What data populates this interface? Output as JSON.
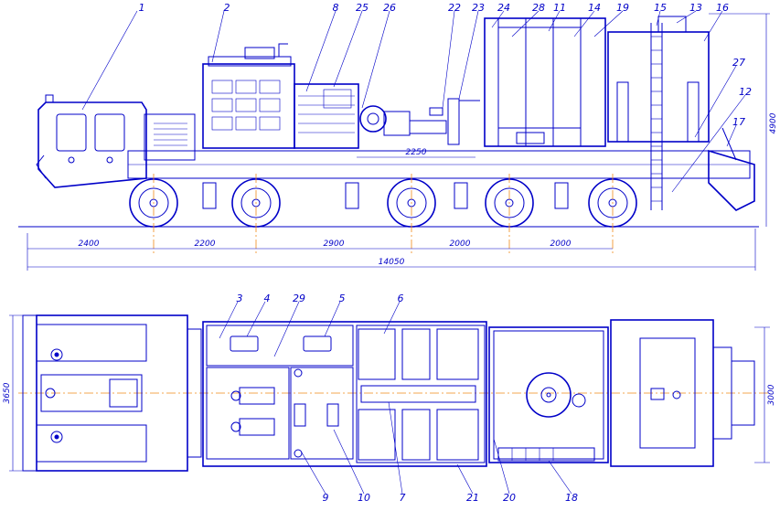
{
  "side_view": {
    "callouts": [
      "1",
      "2",
      "8",
      "25",
      "26",
      "22",
      "23",
      "24",
      "28",
      "11",
      "14",
      "19",
      "15",
      "13",
      "16",
      "27",
      "12",
      "17"
    ],
    "dims": {
      "d2400": "2400",
      "d2200": "2200",
      "d2900": "2900",
      "d2000a": "2000",
      "d2000b": "2000",
      "overall": "14050",
      "height": "4900",
      "inner": "2250"
    }
  },
  "top_view": {
    "callouts_top": [
      "3",
      "4",
      "29",
      "5",
      "6"
    ],
    "callouts_bottom": [
      "9",
      "10",
      "7",
      "21",
      "20",
      "18"
    ],
    "dims": {
      "width_left": "3650",
      "width_right": "3000"
    }
  }
}
